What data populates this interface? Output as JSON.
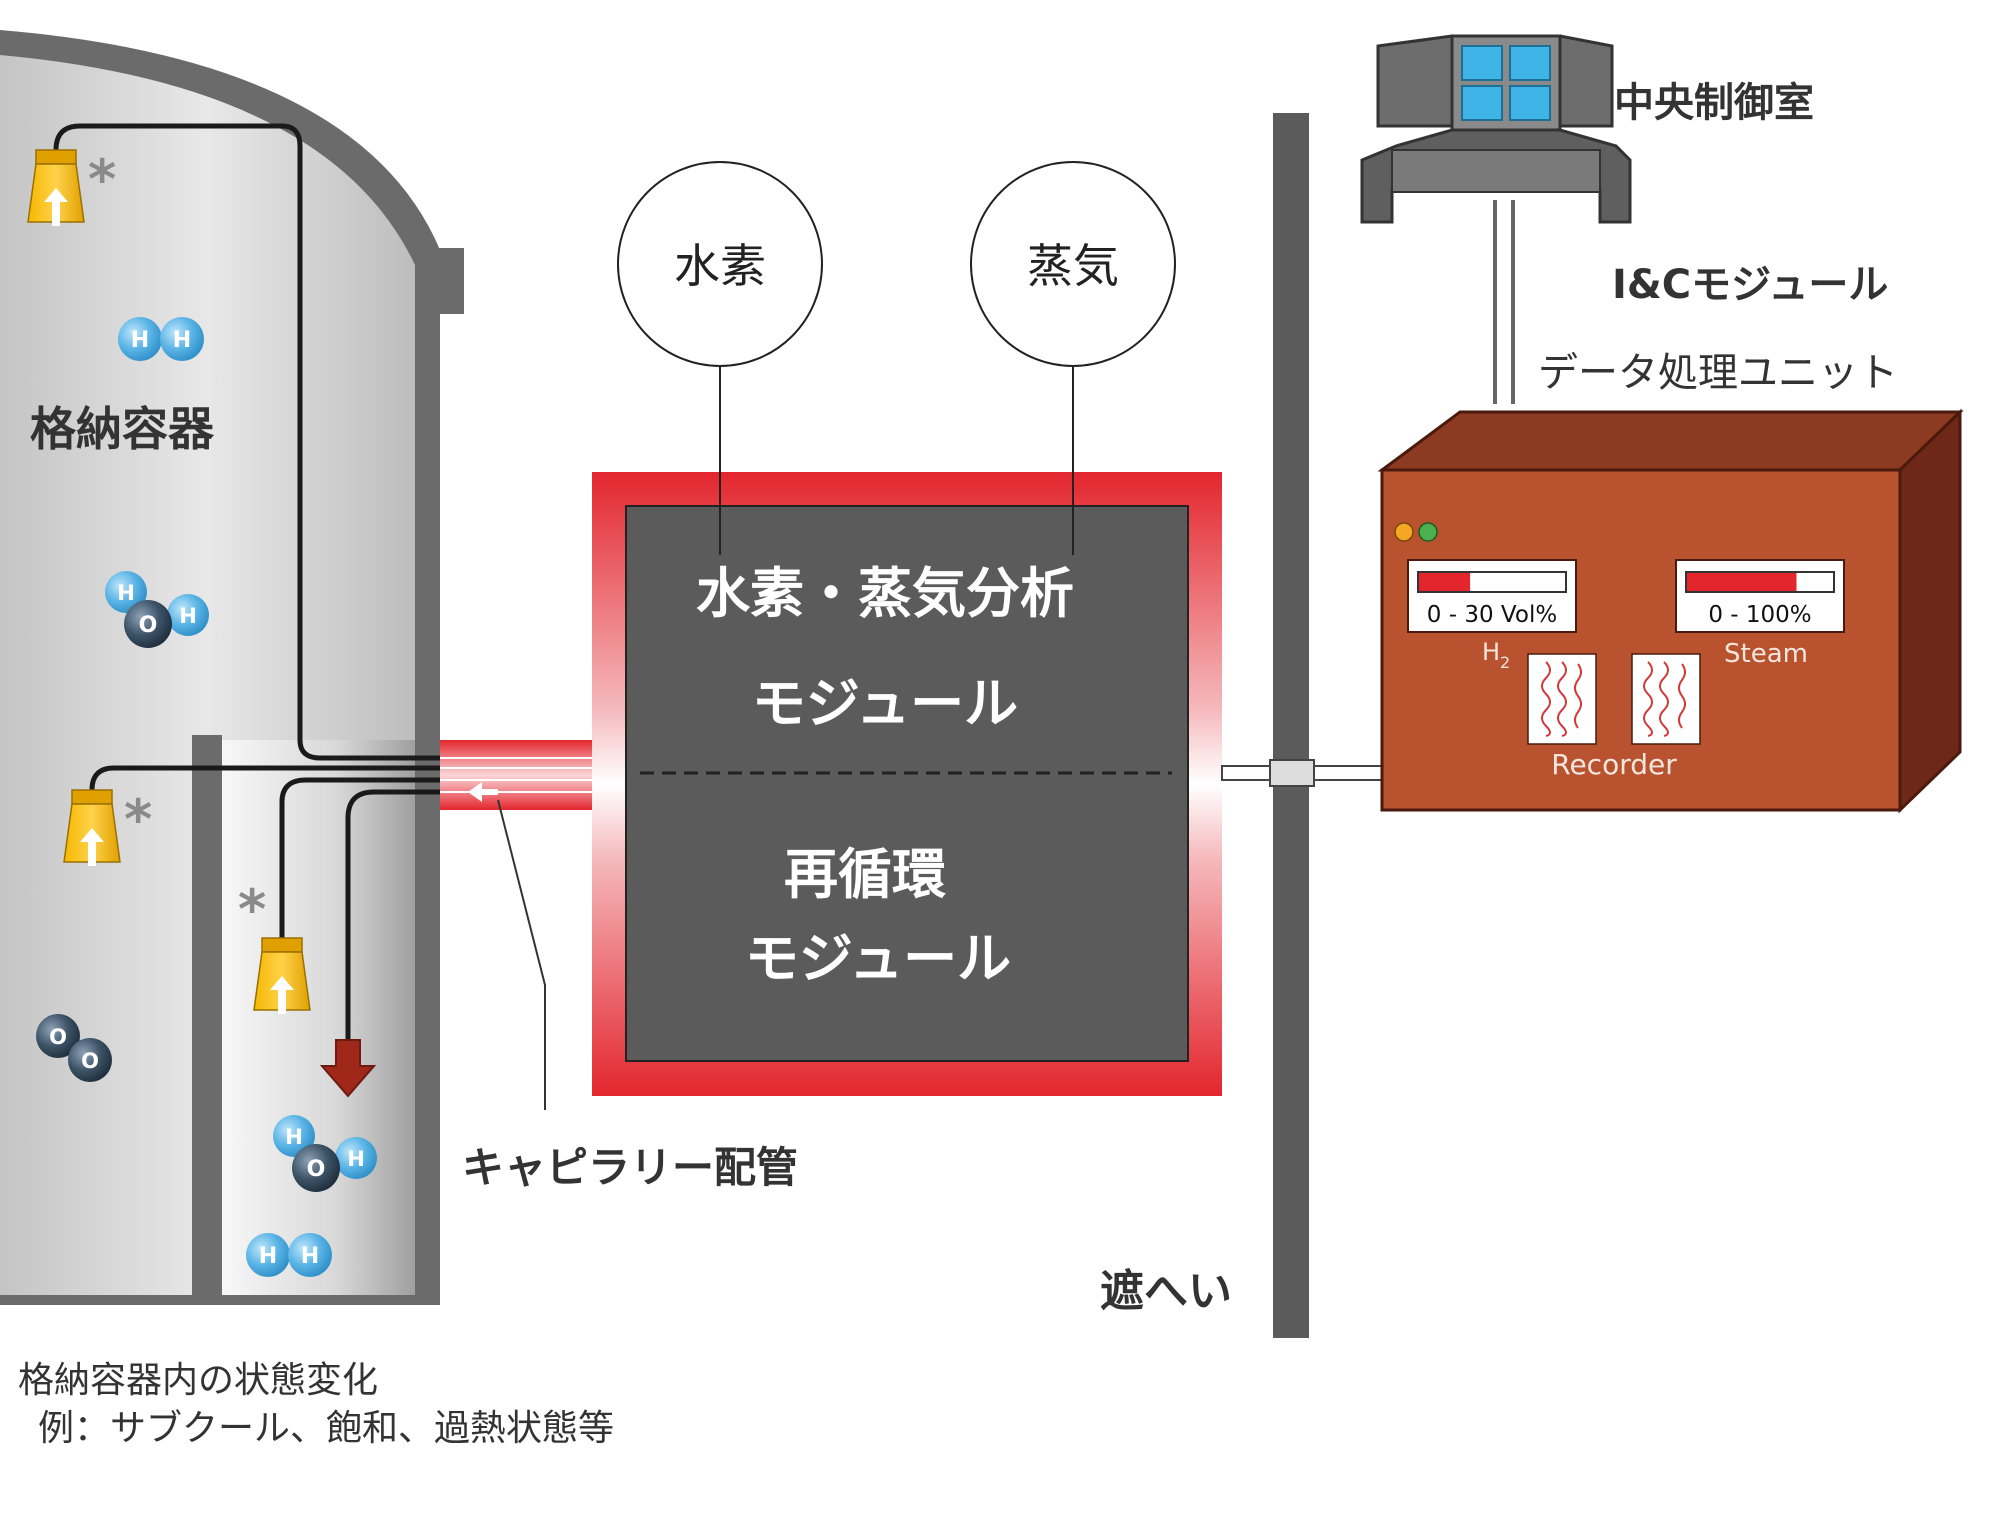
{
  "containment": {
    "label": "格納容器",
    "caption_line1": "格納容器内の状態変化",
    "caption_line2": "例：サブクール、飽和、過熱状態等",
    "marker": "*"
  },
  "molecules": {
    "h": "H",
    "o": "O"
  },
  "analyzer": {
    "hydrogen_circle": "水素",
    "steam_circle": "蒸気",
    "title_line1": "水素・蒸気分析",
    "title_line2": "モジュール",
    "recirc_line1": "再循環",
    "recirc_line2": "モジュール"
  },
  "capillary_label": "キャピラリー配管",
  "shield_label": "遮へい",
  "control_room": {
    "label": "中央制御室",
    "ic_module": "I&Cモジュール"
  },
  "data_unit": {
    "label": "データ処理ユニット",
    "gauge_h2_range": "0 - 30 Vol%",
    "gauge_h2_name": "H",
    "gauge_h2_sub": "2",
    "gauge_h2_level": 0.35,
    "gauge_steam_range": "0 - 100%",
    "gauge_steam_name": "Steam",
    "gauge_steam_level": 0.75,
    "recorder_label": "Recorder"
  },
  "colors": {
    "frame_red": "#e3262e",
    "module_gray": "#5b5b5b",
    "unit_brown": "#b9532f",
    "sensor_yellow": "#f5b800",
    "arrow_red": "#a0281a",
    "molecule_blue": "#5ab4e6"
  }
}
